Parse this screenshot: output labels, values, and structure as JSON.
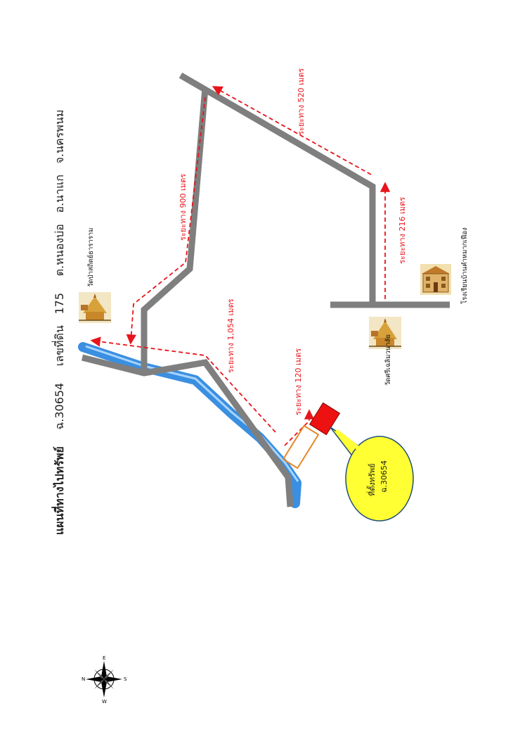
{
  "map": {
    "title": "แผนที่ทางไปทรัพย์",
    "deed_no": "ฉ.30654",
    "land_no_label": "เลขที่ดิน",
    "land_no": "175",
    "subdistrict": "ต.หนองบ่อ",
    "district": "อ.นาแก",
    "province": "จ.นครพนม",
    "distances": {
      "d520": "ระยะทาง 520 เมตร",
      "d900": "ระยะทาง 900 เมตร",
      "d216": "ระยะทาง 216 เมตร",
      "d1054": "ระยะทาง 1,054 เมตร",
      "d120": "ระยะทาง 120 เมตร"
    },
    "landmarks": {
      "temple_top": "วัดป่าสถิตย์ธาราราม",
      "temple_bottom": "วัดศรีเฉลิมวนาลัย",
      "school": "โรงเรียนบ้านคำหมากเฟือง"
    },
    "callout": {
      "line1": "ที่ตั้งทรัพย์",
      "line2": "ฉ.30654"
    },
    "compass": {
      "n": "N",
      "s": "S",
      "e": "E",
      "w": "W"
    },
    "colors": {
      "road": "#7f7f7f",
      "river": "#3a8fe0",
      "route": "#e8141b",
      "property": "#ee1111",
      "plot_outline": "#e8872a",
      "callout_fill": "#ffff33",
      "callout_stroke": "#1f4e79"
    }
  }
}
